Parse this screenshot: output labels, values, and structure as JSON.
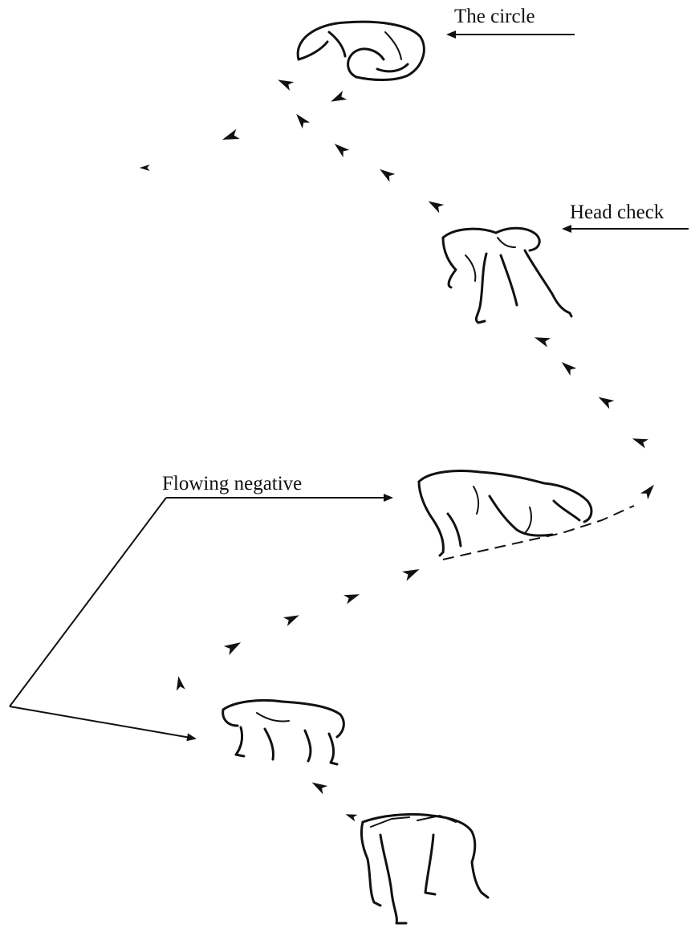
{
  "labels": {
    "circle": "The circle",
    "head_check": "Head check",
    "flowing_negative": "Flowing negative"
  },
  "colors": {
    "ink": "#111111",
    "background": "#ffffff"
  },
  "icons": [
    "dog-icon",
    "footprint-icon",
    "arrow-icon"
  ]
}
